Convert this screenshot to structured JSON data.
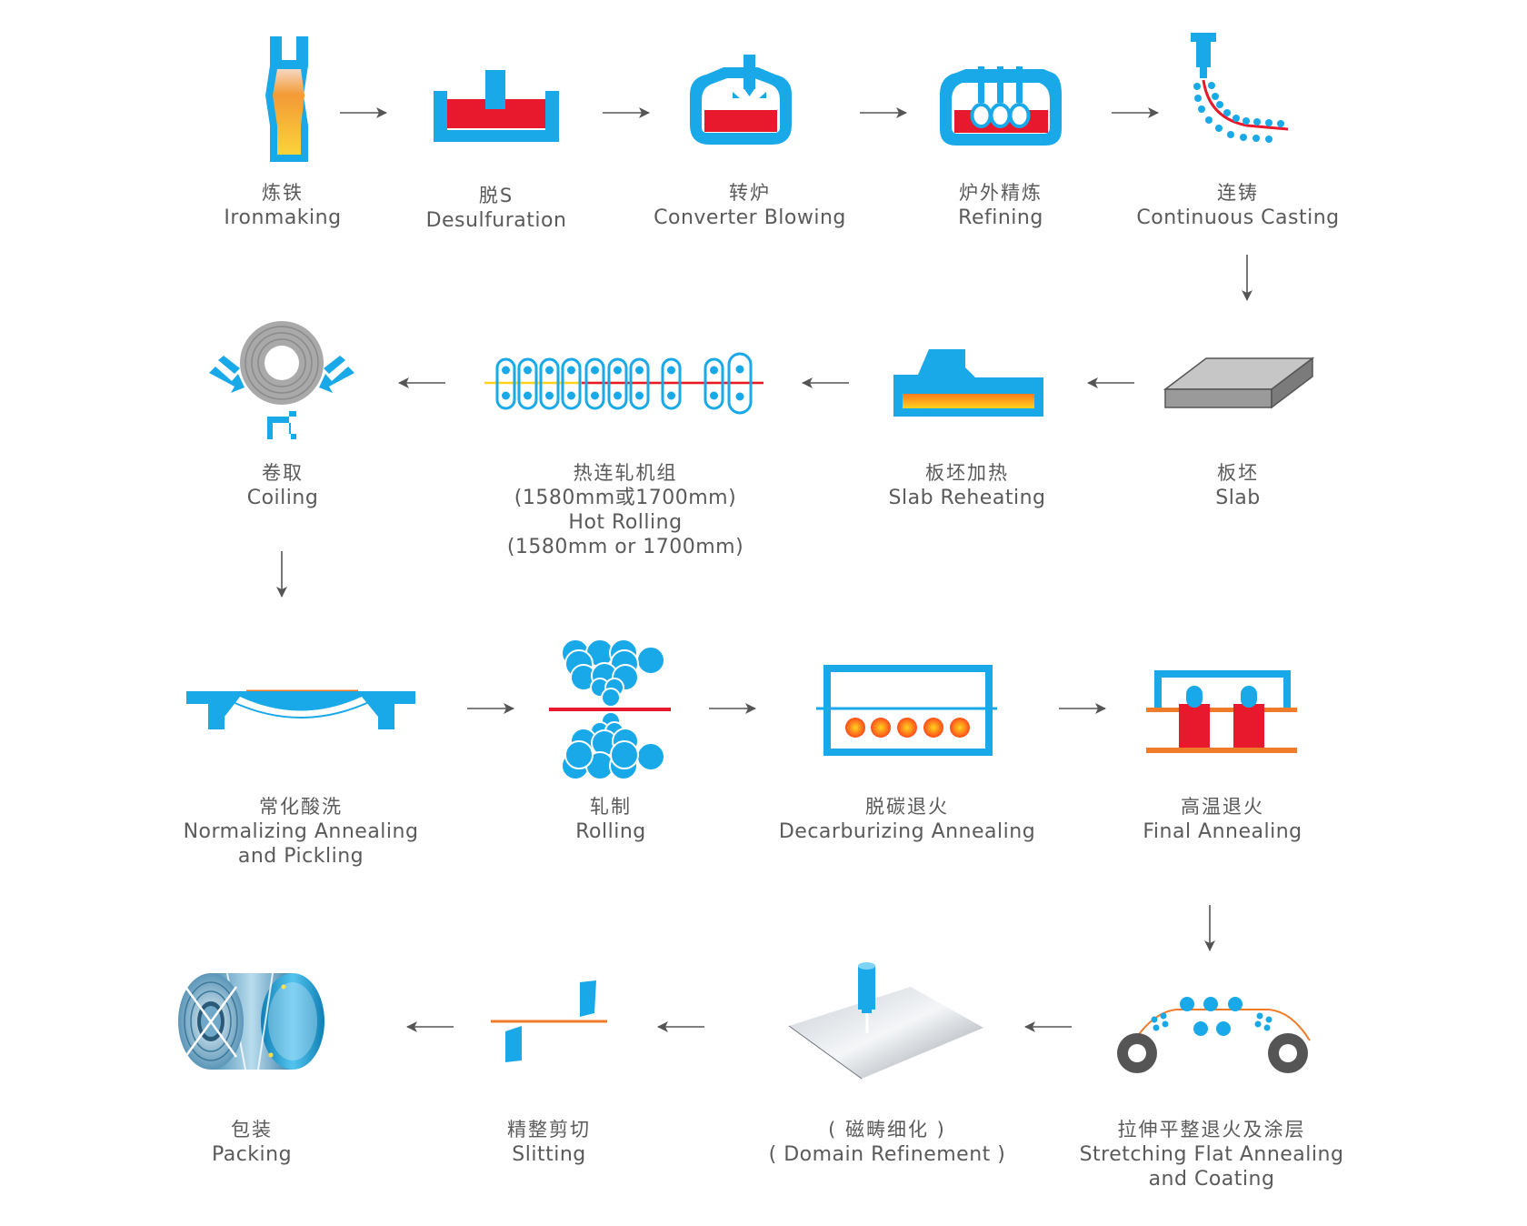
{
  "colors": {
    "blue": "#1aa9e8",
    "red": "#e8192c",
    "orange": "#f07b2a",
    "arrow": "#555555",
    "text": "#5a5a5a"
  },
  "steps": [
    {
      "icon": "ironmaking-furnace-icon",
      "zh": "炼铁",
      "en": [
        "Ironmaking"
      ]
    },
    {
      "icon": "desulfuration-ladle-icon",
      "zh": "脱S",
      "en": [
        "Desulfuration"
      ]
    },
    {
      "icon": "converter-icon",
      "zh": "转炉",
      "en": [
        "Converter Blowing"
      ]
    },
    {
      "icon": "refining-vessel-icon",
      "zh": "炉外精炼",
      "en": [
        "Refining"
      ]
    },
    {
      "icon": "continuous-casting-icon",
      "zh": "连铸",
      "en": [
        "Continuous Casting"
      ]
    },
    {
      "icon": "slab-icon",
      "zh": "板坯",
      "en": [
        "Slab"
      ]
    },
    {
      "icon": "slab-reheating-furnace-icon",
      "zh": "板坯加热",
      "en": [
        "Slab Reheating"
      ]
    },
    {
      "icon": "hot-rolling-mill-icon",
      "zh": "热连轧机组",
      "en": [
        "(1580mm或1700mm)",
        "Hot Rolling",
        "(1580mm or 1700mm)"
      ]
    },
    {
      "icon": "coil-icon",
      "zh": "卷取",
      "en": [
        "Coiling"
      ]
    },
    {
      "icon": "annealing-pickling-line-icon",
      "zh": "常化酸洗",
      "en": [
        "Normalizing Annealing",
        "and Pickling"
      ]
    },
    {
      "icon": "rolling-mill-rolls-icon",
      "zh": "轧制",
      "en": [
        "Rolling"
      ]
    },
    {
      "icon": "decarburizing-furnace-icon",
      "zh": "脱碳退火",
      "en": [
        "Decarburizing Annealing"
      ]
    },
    {
      "icon": "final-annealing-furnace-icon",
      "zh": "高温退火",
      "en": [
        "Final Annealing"
      ]
    },
    {
      "icon": "flattening-coating-line-icon",
      "zh": "拉伸平整退火及涂层",
      "en": [
        "Stretching Flat Annealing",
        "and Coating"
      ]
    },
    {
      "icon": "laser-domain-refinement-icon",
      "zh": "( 磁畴细化 )",
      "en": [
        "( Domain Refinement )"
      ]
    },
    {
      "icon": "slitting-shear-icon",
      "zh": "精整剪切",
      "en": [
        "Slitting"
      ]
    },
    {
      "icon": "packed-coil-icon",
      "zh": "包装",
      "en": [
        "Packing"
      ]
    }
  ],
  "arrows": [
    "right",
    "right",
    "right",
    "right",
    "down",
    "left",
    "left",
    "left",
    "down",
    "right",
    "right",
    "right",
    "down",
    "left",
    "left",
    "left"
  ]
}
